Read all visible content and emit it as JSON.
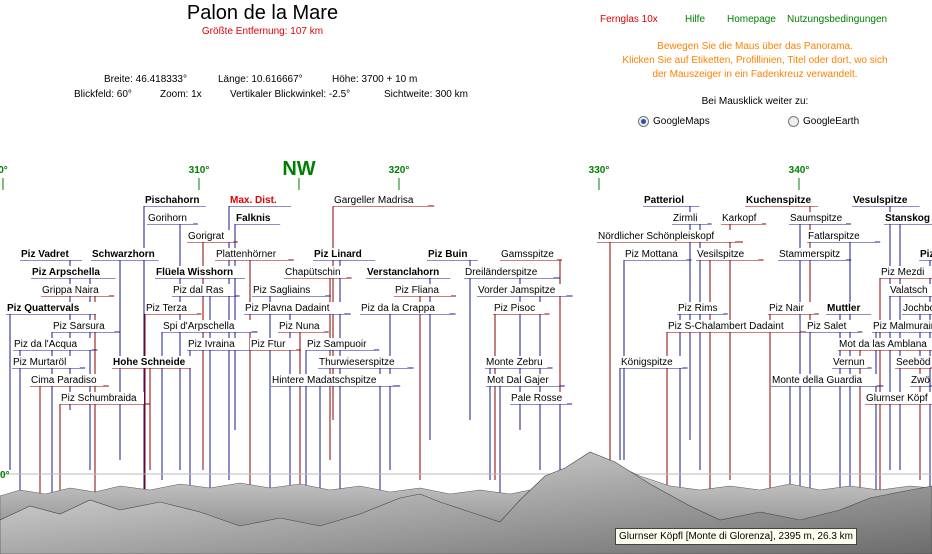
{
  "header": {
    "title": "Palon de la Mare",
    "max_distance": "Größte Entfernung: 107 km"
  },
  "info": {
    "breite": "Breite: 46.418333°",
    "laenge": "Länge: 10.616667°",
    "hoehe": "Höhe: 3700 + 10 m",
    "blickfeld": "Blickfeld: 60°",
    "zoom": "Zoom: 1x",
    "blickwinkel": "Vertikaler Blickwinkel: -2.5°",
    "sichtweite": "Sichtweite: 300 km"
  },
  "top_links": {
    "fernglas": "Fernglas 10x",
    "hilfe": "Hilfe",
    "homepage": "Homepage",
    "nutzung": "Nutzungsbedingungen"
  },
  "help_text": [
    "Bewegen Sie die Maus über das Panorama.",
    "Klicken Sie auf Etiketten, Profillinien, Titel oder dort, wo sich",
    "der Mauszeiger in ein Fadenkreuz verwandelt."
  ],
  "click_next": "Bei Mausklick weiter zu:",
  "radio_options": [
    {
      "label": "GoogleMaps",
      "selected": true
    },
    {
      "label": "GoogleEarth",
      "selected": false
    }
  ],
  "degree_labels": [
    "0°",
    "310°",
    "NW",
    "320°",
    "330°",
    "340°"
  ],
  "horizon_label": "0°",
  "peaks": [
    {
      "name": "Pischahorn",
      "bold": true
    },
    {
      "name": "Max. Dist.",
      "bold": true,
      "red": true
    },
    {
      "name": "Gargeller Madrisa"
    },
    {
      "name": "Gorihorn"
    },
    {
      "name": "Falknis",
      "bold": true
    },
    {
      "name": "Gorigrat"
    },
    {
      "name": "Piz Vadret",
      "bold": true
    },
    {
      "name": "Schwarzhorn",
      "bold": true
    },
    {
      "name": "Plattenhörner"
    },
    {
      "name": "Piz Linard",
      "bold": true
    },
    {
      "name": "Piz Buin",
      "bold": true
    },
    {
      "name": "Gamsspitze"
    },
    {
      "name": "Piz Arpschella",
      "bold": true
    },
    {
      "name": "Flüela Wisshorn",
      "bold": true
    },
    {
      "name": "Chapütschin"
    },
    {
      "name": "Verstanclahorn",
      "bold": true
    },
    {
      "name": "Dreiländerspitze"
    },
    {
      "name": "Grippa Naira"
    },
    {
      "name": "Piz dal Ras"
    },
    {
      "name": "Piz Sagliains"
    },
    {
      "name": "Piz Fliana"
    },
    {
      "name": "Vorder Jamspitze"
    },
    {
      "name": "Piz Quattervals",
      "bold": true
    },
    {
      "name": "Piz Terza"
    },
    {
      "name": "Piz Plavna Dadaint"
    },
    {
      "name": "Piz da la Crappa"
    },
    {
      "name": "Piz Pisoc"
    },
    {
      "name": "Piz Sarsura"
    },
    {
      "name": "Spi d'Arpschella"
    },
    {
      "name": "Piz Nuna"
    },
    {
      "name": "Piz da l'Acqua"
    },
    {
      "name": "Piz Ivraina"
    },
    {
      "name": "Piz Ftur"
    },
    {
      "name": "Piz Sampuoir"
    },
    {
      "name": "Piz Murtaröl"
    },
    {
      "name": "Hohe Schneide",
      "bold": true
    },
    {
      "name": "Thurwieserspitze"
    },
    {
      "name": "Monte Zebru"
    },
    {
      "name": "Cima Paradiso"
    },
    {
      "name": "Hintere Madatschspitze"
    },
    {
      "name": "Mot Dal Gajer"
    },
    {
      "name": "Piz Schumbraida"
    },
    {
      "name": "Pale Rosse"
    },
    {
      "name": "Patteriol",
      "bold": true
    },
    {
      "name": "Kuchenspitze",
      "bold": true
    },
    {
      "name": "Vesulspitze",
      "bold": true
    },
    {
      "name": "Zirmli"
    },
    {
      "name": "Karkopf"
    },
    {
      "name": "Saumspitze"
    },
    {
      "name": "Stanskog",
      "bold": true
    },
    {
      "name": "Nördlicher Schönpleiskopf"
    },
    {
      "name": "Fatlarspitze"
    },
    {
      "name": "Piz Mottana"
    },
    {
      "name": "Vesilspitze"
    },
    {
      "name": "Stammerspitz"
    },
    {
      "name": "Piz",
      "bold": true
    },
    {
      "name": "Piz Mezdi"
    },
    {
      "name": "Valatsch"
    },
    {
      "name": "Piz Rims"
    },
    {
      "name": "Piz Nair"
    },
    {
      "name": "Muttler",
      "bold": true
    },
    {
      "name": "Jochbo"
    },
    {
      "name": "Piz S-Chalambert Dadaint"
    },
    {
      "name": "Piz Salet"
    },
    {
      "name": "Piz Malmurain"
    },
    {
      "name": "Mot da las Amblana"
    },
    {
      "name": "Königspitze"
    },
    {
      "name": "Vernun"
    },
    {
      "name": "Seeböd"
    },
    {
      "name": "Monte della Guardia"
    },
    {
      "name": "Zwö"
    },
    {
      "name": "Glurnser Köpf"
    }
  ],
  "tooltip": "Glurnser Köpfl [Monte di Glorenza], 2395 m, 26.3 km",
  "colors": {
    "label_line": "#1a1a8c",
    "label_line_alt": "#8b0000",
    "degree_green": "#008000",
    "help_orange": "#ff8000",
    "red_text": "#e00000"
  }
}
